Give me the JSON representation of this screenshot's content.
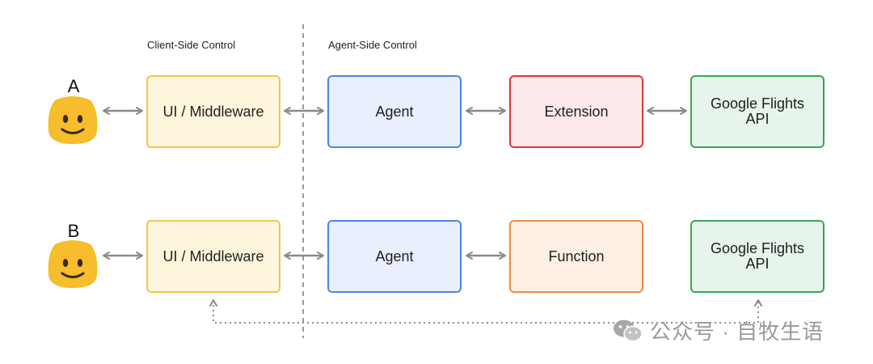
{
  "labels": {
    "client_side": "Client-Side Control",
    "agent_side": "Agent-Side Control"
  },
  "rows": [
    {
      "letter": "A",
      "boxes": [
        "UI / Middleware",
        "Agent",
        "Extension",
        "Google Flights\nAPI"
      ]
    },
    {
      "letter": "B",
      "boxes": [
        "UI / Middleware",
        "Agent",
        "Function",
        "Google Flights\nAPI"
      ]
    }
  ],
  "colors": {
    "middleware": "#f4c54a",
    "agent": "#4a86e8",
    "extension": "#d83b3b",
    "function": "#ee8a46",
    "api": "#35a853",
    "arrow": "#8a8a8a"
  },
  "icons": [
    "smiley-face-icon",
    "double-arrow-icon",
    "dotted-return-arrow-icon",
    "wechat-icon"
  ],
  "watermark": "公众号 · 自牧生语"
}
